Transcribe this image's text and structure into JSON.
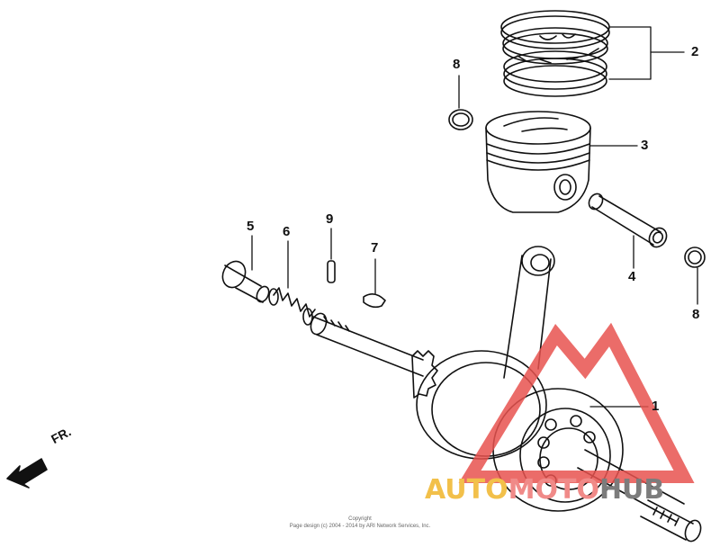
{
  "diagram": {
    "callouts": [
      {
        "id": "1",
        "text": "1"
      },
      {
        "id": "2",
        "text": "2"
      },
      {
        "id": "3",
        "text": "3"
      },
      {
        "id": "4",
        "text": "4"
      },
      {
        "id": "5",
        "text": "5"
      },
      {
        "id": "6",
        "text": "6"
      },
      {
        "id": "7",
        "text": "7"
      },
      {
        "id": "8a",
        "text": "8"
      },
      {
        "id": "8b",
        "text": "8"
      },
      {
        "id": "9",
        "text": "9"
      }
    ],
    "direction_label": "FR.",
    "copyright_line1": "Copyright",
    "copyright_line2": "Page design (c) 2004 - 2014 by ARI Network Services, Inc.",
    "watermark": {
      "part1": "AUTO",
      "part2": "MOTO",
      "part3": "HUB"
    },
    "colors": {
      "ink": "#111111",
      "watermark_triangle": "#e8524f",
      "watermark_auto": "#f2c04a",
      "watermark_hub": "#7c7c7c"
    }
  }
}
